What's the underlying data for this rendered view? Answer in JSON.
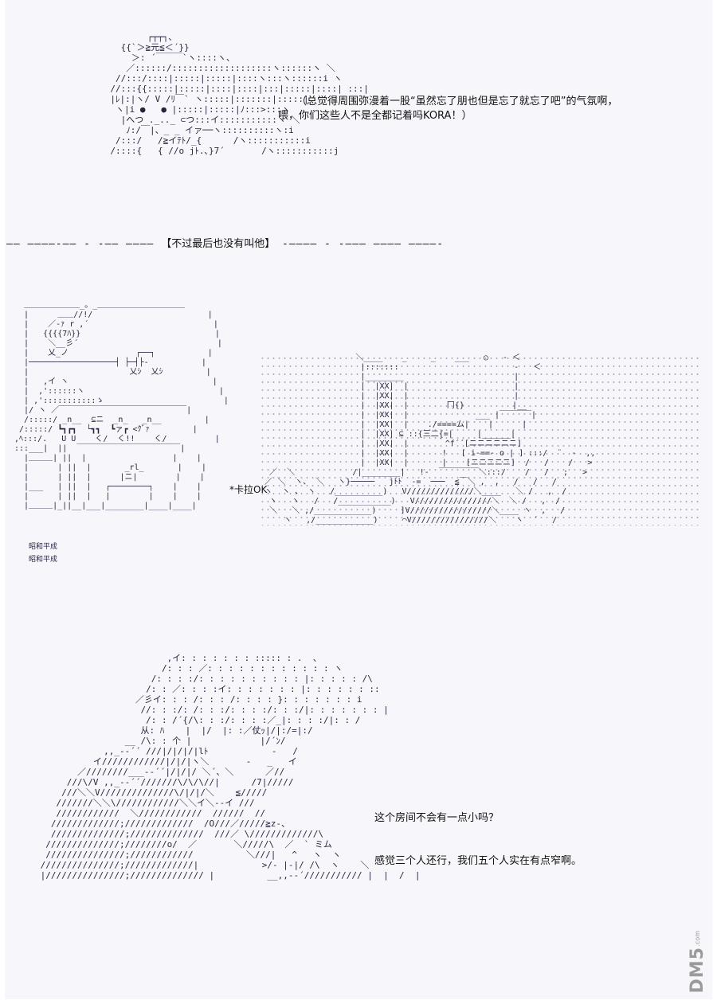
{
  "panel1": {
    "dialogue_line1": "（总觉得周围弥漫着一股“虽然忘了朋也但是忘了就忘了吧”的气氛啊，",
    "dialogue_line2": "喂，你们这些人不是全都记着吗KORA！）"
  },
  "divider": {
    "dash_left": "—— ————-—— - -——   ———— ",
    "label": "【不过最后也没有叫他】",
    "dash_right": " -———— - -———  ———— ————-"
  },
  "panel2": {
    "sfx": "*卡拉OK",
    "sign_text": "昭和平成"
  },
  "panel3": {
    "dialogue_line1": "这个房间不会有一点小吗？",
    "dialogue_line2": "感觉三个人还行，我们五个人实在有点窄啊。"
  },
  "watermark": {
    "text": "DM5",
    "sub": ".com"
  }
}
